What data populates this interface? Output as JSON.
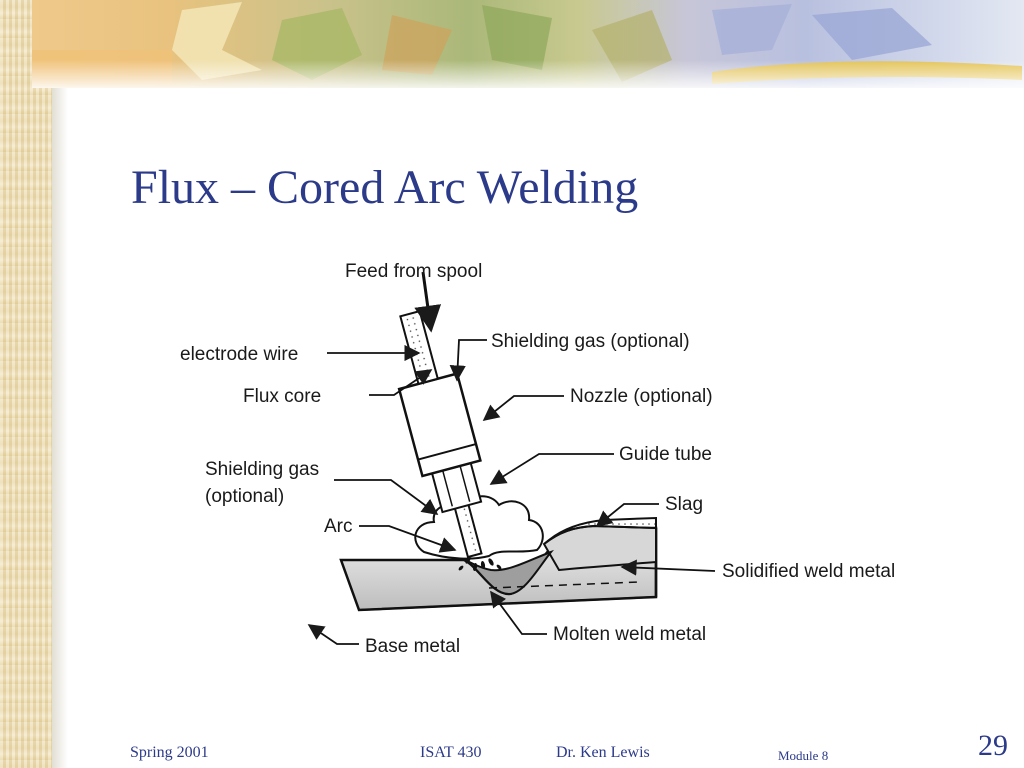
{
  "slide": {
    "title": "Flux – Cored Arc Welding",
    "page_number": "29"
  },
  "diagram": {
    "labels": {
      "feed": "Feed from spool",
      "shielding_gas_top": "Shielding gas (optional)",
      "electrode_wire": "electrode wire",
      "nozzle": "Nozzle (optional)",
      "flux_core": "Flux core",
      "guide_tube": "Guide tube",
      "shielding_gas_left_1": "Shielding gas",
      "shielding_gas_left_2": "(optional)",
      "slag": "Slag",
      "arc": "Arc",
      "solidified": "Solidified weld metal",
      "molten": "Molten weld metal",
      "base_metal": "Base metal"
    }
  },
  "footer": {
    "left": "Spring 2001",
    "course": "ISAT 430",
    "author": "Dr. Ken Lewis",
    "module": "Module 8"
  }
}
